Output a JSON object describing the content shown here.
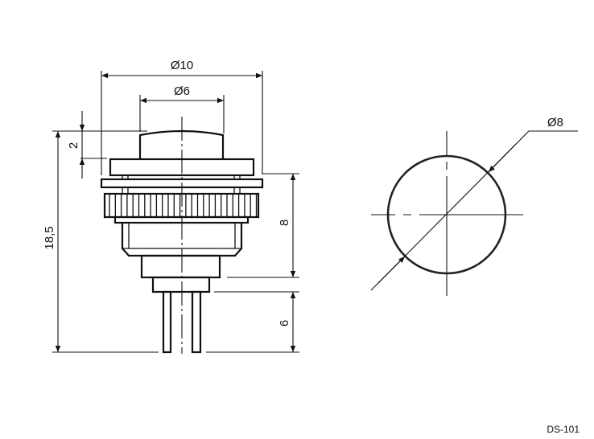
{
  "drawing": {
    "code": "DS-101",
    "dimensions": {
      "outer_diameter": "Ø10",
      "cap_diameter": "Ø6",
      "cap_height": "2",
      "total_height": "18,5",
      "body_height": "8",
      "pin_length": "6",
      "panel_hole_diameter": "Ø8"
    }
  }
}
